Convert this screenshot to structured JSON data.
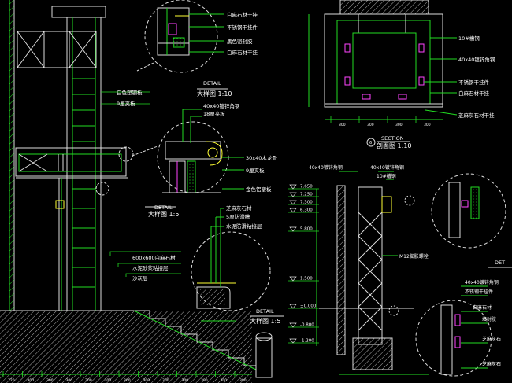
{
  "colors": {
    "green": "#22dd22",
    "white": "#ffffff",
    "yellow": "#ffff33",
    "magenta": "#ff44ff",
    "cyan": "#33ffff",
    "red": "#ff3333"
  },
  "detail_top": {
    "notes": [
      "白麻石材干挂",
      "不锈钢干挂件",
      "黑色密封胶",
      "白麻石材干挂"
    ],
    "tag": "DETAIL",
    "title": "大样图 1:10"
  },
  "elevation_left": {
    "notes": [
      "白色塑钢板",
      "9厘夹板",
      "600x600白麻石材",
      "水泥砂浆粘接层",
      "沙灰层"
    ]
  },
  "detail_mid": {
    "notes": [
      "40x40镀锌角钢",
      "18厘夹板",
      "30x40木龙骨",
      "9厘夹板",
      "金色铝塑板"
    ],
    "tag": "DETAIL",
    "title": "大样图 1:5"
  },
  "detail_low": {
    "notes": [
      "芝麻灰石材",
      "5厘防滑槽",
      "水泥防滑粘接层"
    ],
    "tag": "DETAIL",
    "title": "大样图 1:5"
  },
  "section_top": {
    "notes": [
      "10#槽钢",
      "40x40镀锌角钢",
      "不锈钢干挂件",
      "白麻石材干挂",
      "芝麻灰石材干挂"
    ],
    "tag": "SECTION",
    "title": "剖面图 1:10",
    "marker": "6"
  },
  "section_right": {
    "notes_top": [
      "40x40镀锌角钢",
      "40x40镀锌角钢",
      "10#槽钢"
    ],
    "note_bolt": "M12膨胀螺栓",
    "notes_right": [
      "40x40镀锌角钢",
      "不锈钢干挂件",
      "白麻石材",
      "填封胶",
      "芝麻灰石",
      "芝麻灰石"
    ],
    "tag": "DET",
    "levels": [
      "7.650",
      "7.250",
      "7.300",
      "6.300",
      "5.800",
      "1.500",
      "±0.000",
      "-0.800",
      "-1.200"
    ]
  },
  "dims_bottom": [
    "720",
    "300",
    "300",
    "300",
    "300",
    "300",
    "300",
    "300",
    "300",
    "300",
    "300",
    "300",
    "300"
  ],
  "dims_section": [
    "300",
    "300",
    "300",
    "300"
  ]
}
